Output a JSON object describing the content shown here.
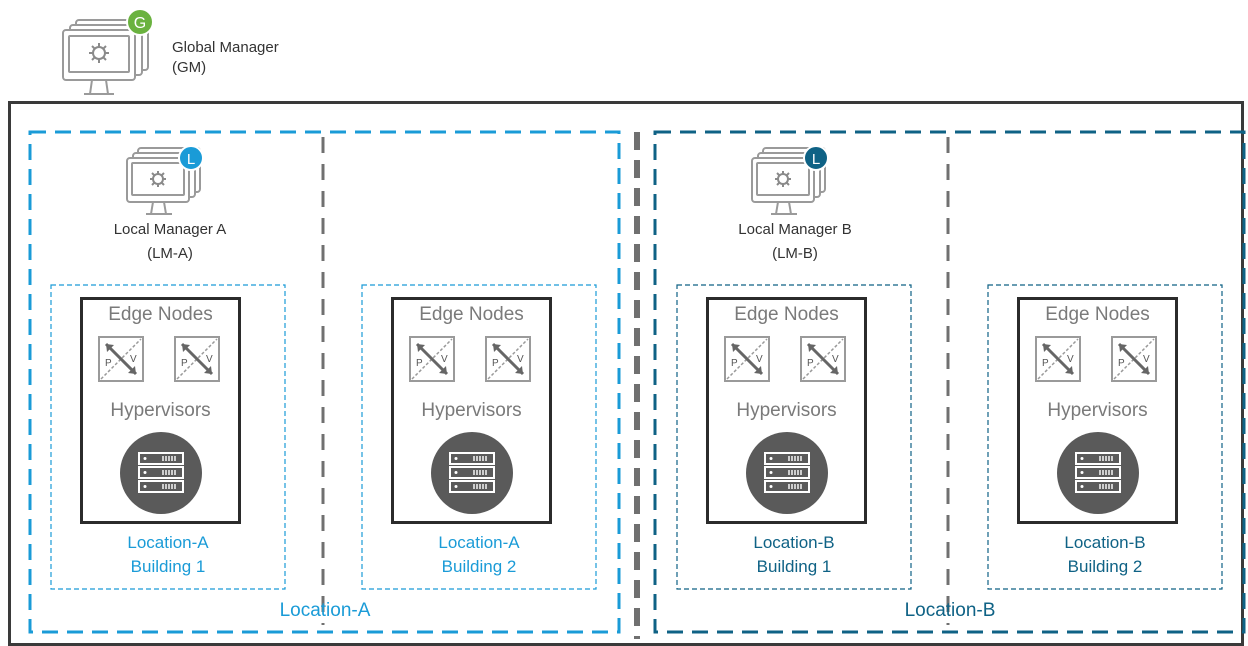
{
  "colors": {
    "location_a": "#1a9bd7",
    "location_b": "#0f6285",
    "gm_badge": "#6ab23f",
    "frame": "#3a3a3a",
    "divider": "#707070",
    "icon_gray": "#9a9a9a",
    "server_circle": "#5a5a5a"
  },
  "global_manager": {
    "badge": "G",
    "label_line1": "Global Manager",
    "label_line2": "(GM)",
    "icon": "monitor-gear-icon"
  },
  "local_managers": [
    {
      "badge": "L",
      "label_line1": "Local Manager A",
      "label_line2": "(LM-A)",
      "icon": "monitor-gear-icon"
    },
    {
      "badge": "L",
      "label_line1": "Local Manager B",
      "label_line2": "(LM-B)",
      "icon": "monitor-gear-icon"
    }
  ],
  "regions": [
    {
      "label": "Location-A"
    },
    {
      "label": "Location-B"
    }
  ],
  "buildings": [
    {
      "edge_title": "Edge Nodes",
      "hyp_title": "Hypervisors",
      "line1": "Location-A",
      "line2": "Building 1",
      "router_letters": [
        "P",
        "V"
      ]
    },
    {
      "edge_title": "Edge Nodes",
      "hyp_title": "Hypervisors",
      "line1": "Location-A",
      "line2": "Building 2",
      "router_letters": [
        "P",
        "V"
      ]
    },
    {
      "edge_title": "Edge Nodes",
      "hyp_title": "Hypervisors",
      "line1": "Location-B",
      "line2": "Building 1",
      "router_letters": [
        "P",
        "V"
      ]
    },
    {
      "edge_title": "Edge Nodes",
      "hyp_title": "Hypervisors",
      "line1": "Location-B",
      "line2": "Building 2",
      "router_letters": [
        "P",
        "V"
      ]
    }
  ]
}
